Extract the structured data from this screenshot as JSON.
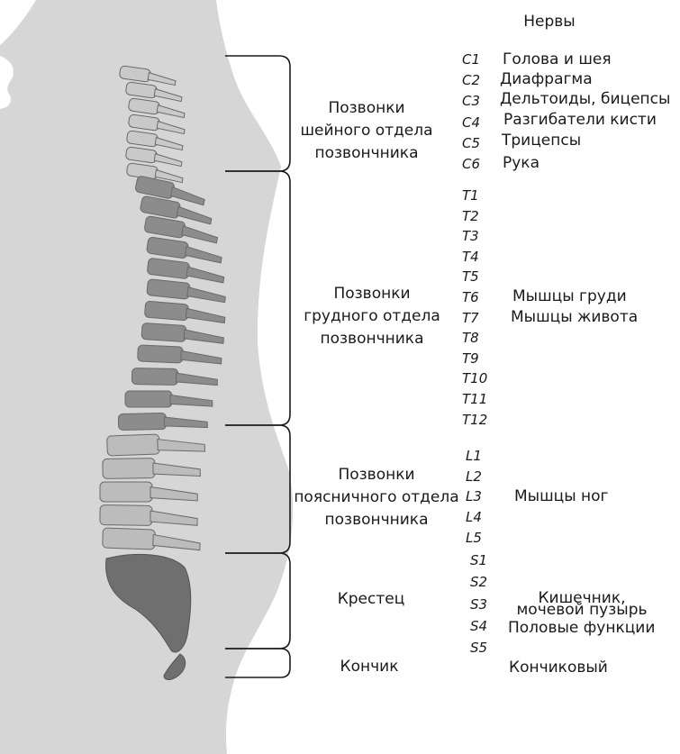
{
  "header": "Нервы",
  "regions": [
    {
      "lines": [
        "Позвонки",
        "шейного отдела",
        "позвончника"
      ]
    },
    {
      "lines": [
        "Позвонки",
        "грудного отдела",
        "позвончника"
      ]
    },
    {
      "lines": [
        "Позвонки",
        "поясничного отдела",
        "позвончника"
      ]
    },
    {
      "lines": [
        "Крестец"
      ]
    },
    {
      "lines": [
        "Кончик"
      ]
    }
  ],
  "segments": {
    "cervical": [
      "C1",
      "C2",
      "C3",
      "C4",
      "C5",
      "C6"
    ],
    "thoracic": [
      "T1",
      "T2",
      "T3",
      "T4",
      "T5",
      "T6",
      "T7",
      "T8",
      "T9",
      "T10",
      "T11",
      "T12"
    ],
    "lumbar": [
      "L1",
      "L2",
      "L3",
      "L4",
      "L5"
    ],
    "sacral": [
      "S1",
      "S2",
      "S3",
      "S4",
      "S5"
    ]
  },
  "nerves": {
    "c1": "Голова и шея",
    "c2": "Диафрагма",
    "c3": "Дельтоиды, бицепсы",
    "c4": "Разгибатели кисти",
    "c5": "Трицепсы",
    "c6": "Рука",
    "t6": "Мышцы груди",
    "t7": "Мышцы живота",
    "l3": "Мышцы ног",
    "s3_line1": "Кишечник,",
    "s3_line2": "мочевой пузырь",
    "s4": "Половые функции",
    "coccyx": "Кончиковый"
  },
  "colors": {
    "body": "#d6d6d6",
    "cervical": "#c9c9c9",
    "thoracic": "#8c8c8c",
    "lumbar": "#bcbcbc",
    "sacrum": "#6f6f6f",
    "bracket": "#1a1a1a"
  }
}
